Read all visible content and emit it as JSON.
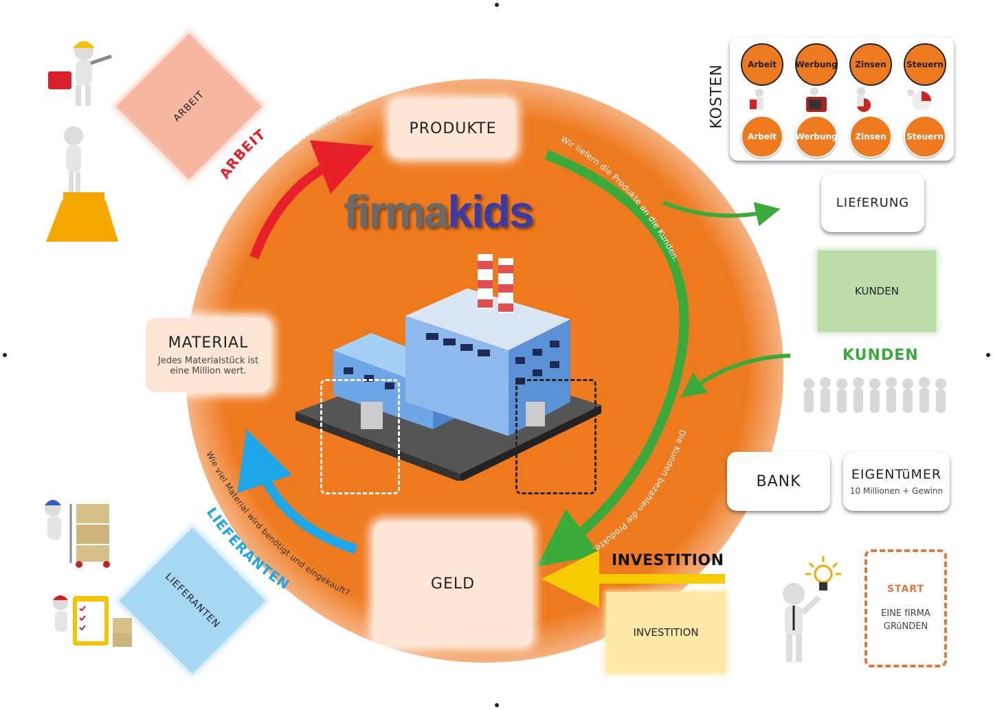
{
  "brand": {
    "first": "firma",
    "second": "kids"
  },
  "cycle": {
    "produkte": "PRODUKTE",
    "material_title": "MATERIAL",
    "material_note": "Jedes Materialstück ist eine Million wert.",
    "geld": "GELD"
  },
  "arrows": {
    "arbeit_label": "ARBEIT",
    "arbeit_text": "Die Arbeiter stellen aus dem Material Produkte her.",
    "liefern_text": "Wir liefern die Produkte an die Kunden.",
    "kunden_text": "Die Kunden bezahlen die Produkte.",
    "lieferanten_label": "LIEFERANTEN",
    "lieferanten_text": "Wie viel Material wird benötigt und eingekauft?",
    "investition_label": "INVESTITION"
  },
  "left": {
    "arbeit_tile": "ARBEIT",
    "lieferanten_tile": "LIEFERANTEN"
  },
  "kosten": {
    "label": "KOSTEN",
    "top_row": [
      "Arbeit",
      "Werbung",
      "Zinsen",
      "Steuern"
    ],
    "bottom_row": [
      "Arbeit",
      "Werbung",
      "Zinsen",
      "Steuern"
    ]
  },
  "right": {
    "lieferung": "LIEfERUNG",
    "kunden_tile": "KUNDEN",
    "kunden_heading": "KUNDEN",
    "bank": "BANK",
    "eigentuemer_title": "EIGENTüMER",
    "eigentuemer_note": "10 Millionen + Gewinn",
    "investition_tile": "INVESTITION",
    "start_title": "START",
    "start_text": "EINE fIRMA GRüNDEN"
  },
  "colors": {
    "orange": "#ee7a1f",
    "arbeit_red": "#e8202a",
    "liefern_green": "#3aaa3a",
    "lieferanten_blue": "#1ea7e8",
    "investition_yellow": "#f5cc00",
    "kunden_tile": "#bcdcaa",
    "investition_tile": "#fde9a8",
    "arbeit_tile": "#f7b7a0",
    "lieferanten_tile": "#a6d8f4"
  },
  "icons": [
    "worker-toolbox-icon",
    "painter-roller-icon",
    "delivery-worker-icon",
    "clipboard-checklist-icon",
    "factory-icon",
    "crowd-icon",
    "lightbulb-thinker-icon"
  ]
}
